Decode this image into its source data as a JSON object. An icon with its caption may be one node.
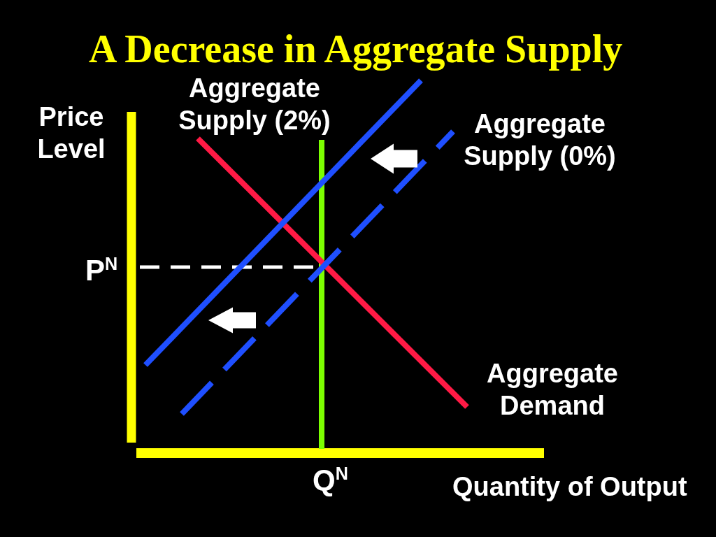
{
  "diagram": {
    "title": "A Decrease in Aggregate Supply",
    "labels": [
      "Aggregate Supply (2%)",
      "Price Level",
      "Aggregate Supply (0%)",
      "P$^{N}$",
      "Aggregate Demand",
      "Q$^{N}$",
      "Quantity of Output"
    ]
  }
}
